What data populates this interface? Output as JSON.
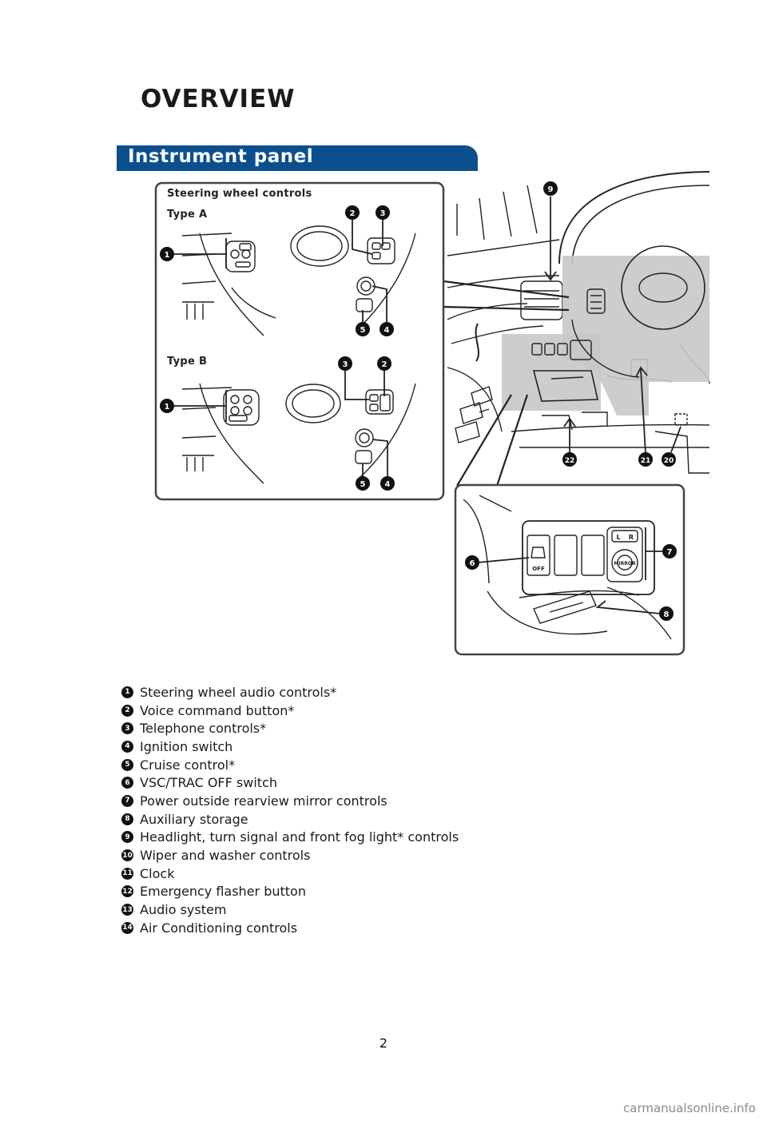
{
  "page": {
    "title": "OVERVIEW",
    "section": "Instrument panel",
    "page_number": "2",
    "watermark": "carmanualsonline.info"
  },
  "figure": {
    "inset_title": "Steering wheel controls",
    "type_a": "Type A",
    "type_b": "Type B",
    "switch_off_label": "OFF",
    "mirror_label": "MIRROR",
    "mirror_l": "L",
    "mirror_r": "R",
    "callouts_type_a": [
      "1",
      "2",
      "3",
      "4",
      "5"
    ],
    "callouts_type_b": [
      "1",
      "2",
      "3",
      "4",
      "5"
    ],
    "callouts_main": [
      "9",
      "22",
      "21",
      "20"
    ],
    "callouts_detail": [
      "6",
      "7",
      "8"
    ]
  },
  "legend": [
    {
      "num": "1",
      "text": "Steering wheel audio controls*"
    },
    {
      "num": "2",
      "text": "Voice command button*"
    },
    {
      "num": "3",
      "text": "Telephone controls*"
    },
    {
      "num": "4",
      "text": "Ignition switch"
    },
    {
      "num": "5",
      "text": "Cruise control*"
    },
    {
      "num": "6",
      "text": "VSC/TRAC OFF switch"
    },
    {
      "num": "7",
      "text": "Power outside rearview mirror controls"
    },
    {
      "num": "8",
      "text": "Auxiliary storage"
    },
    {
      "num": "9",
      "text": "Headlight, turn signal and front fog light* controls"
    },
    {
      "num": "10",
      "text": "Wiper and washer controls"
    },
    {
      "num": "11",
      "text": "Clock"
    },
    {
      "num": "12",
      "text": "Emergency flasher button"
    },
    {
      "num": "13",
      "text": "Audio system"
    },
    {
      "num": "14",
      "text": "Air Conditioning controls"
    }
  ]
}
